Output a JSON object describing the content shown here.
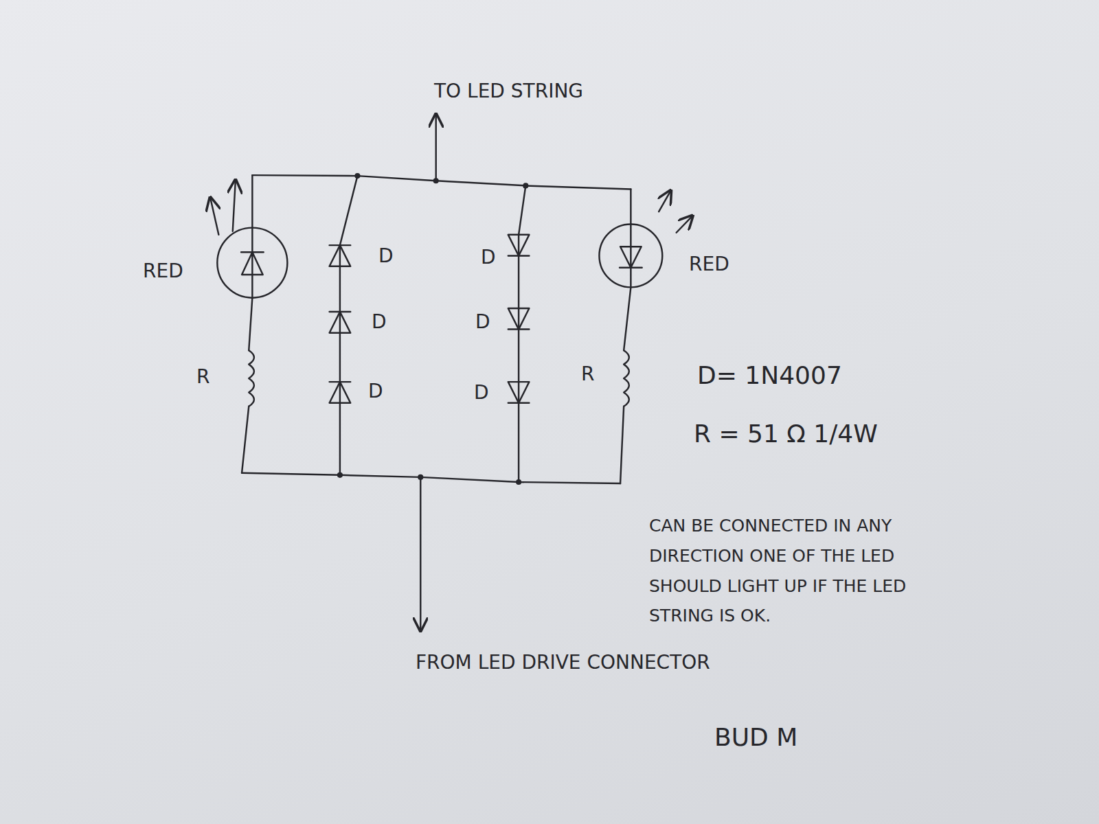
{
  "diagram": {
    "labels": [
      "TO LED STRING",
      "RED",
      "D",
      "D",
      "RED",
      "D",
      "D",
      "R",
      "D",
      "D",
      "R",
      "D= 1N4007",
      "R = 51 Ω 1/4W",
      "CAN BE CONNECTED IN ANY DIRECTION ONE OF THE LED SHOULD LIGHT UP IF THE LED STRING IS OK.",
      "FROM LED DRIVE CONNECTOR",
      "BUD M"
    ]
  }
}
